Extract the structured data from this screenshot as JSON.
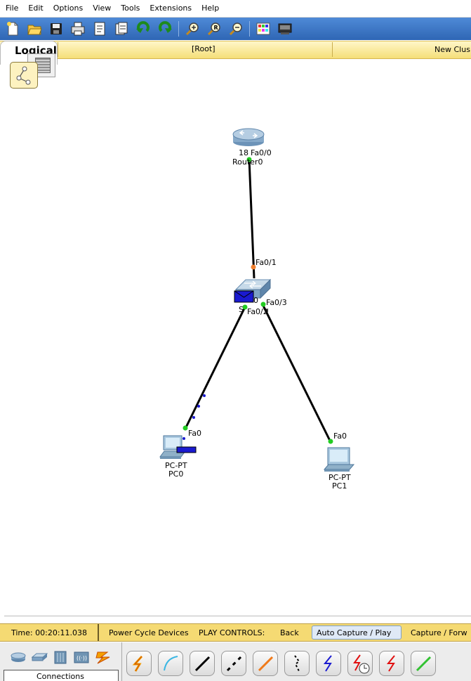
{
  "menu": [
    "File",
    "Edit",
    "Options",
    "View",
    "Tools",
    "Extensions",
    "Help"
  ],
  "toolbar_icons": [
    "new-file-icon",
    "open-folder-icon",
    "save-icon",
    "print-icon",
    "activity-wizard-icon",
    "pdu-info-icon",
    "undo-icon",
    "redo-icon",
    "zoom-in-icon",
    "zoom-reset-icon",
    "zoom-out-icon",
    "palette-icon",
    "custom-devices-icon"
  ],
  "nav": {
    "logical_tab": "Logical",
    "root": "[Root]",
    "new_cluster": "New Clus"
  },
  "topology": {
    "router": {
      "model": "18",
      "name": "Router0",
      "port": "Fa0/0"
    },
    "switch": {
      "name": "S",
      "model_partial": "0",
      "port_uplink": "Fa0/1",
      "port_pc0": "Fa0/2",
      "port_pc1": "Fa0/3",
      "port_pc0_suffix": "!"
    },
    "pc0": {
      "model": "PC-PT",
      "name": "PC0",
      "port": "Fa0"
    },
    "pc1": {
      "model": "PC-PT",
      "name": "PC1",
      "port": "Fa0"
    }
  },
  "status": {
    "time": "Time: 00:20:11.038",
    "power_cycle": "Power Cycle Devices",
    "play_controls": "PLAY CONTROLS:",
    "back": "Back",
    "auto_capture": "Auto Capture / Play",
    "capture_forward": "Capture / Forw"
  },
  "bottom": {
    "category_label": "Connections",
    "device_categories": [
      "routers-icon",
      "switches-icon",
      "hubs-icon",
      "wireless-icon",
      "connections-icon"
    ],
    "cables": [
      "auto-cable-icon",
      "console-cable-icon",
      "straight-through-cable-icon",
      "crossover-cable-icon",
      "fiber-cable-icon",
      "phone-cable-icon",
      "coaxial-cable-icon",
      "serial-dce-cable-icon",
      "serial-dte-cable-icon",
      "octal-cable-icon"
    ]
  },
  "colors": {
    "toolbar": "#3f78c6",
    "nav_bar": "#f5df78",
    "status_bar": "#f5da73",
    "link_up": "#22cc22",
    "link_down": "#f08030",
    "pdu": "#1a1ad0"
  }
}
